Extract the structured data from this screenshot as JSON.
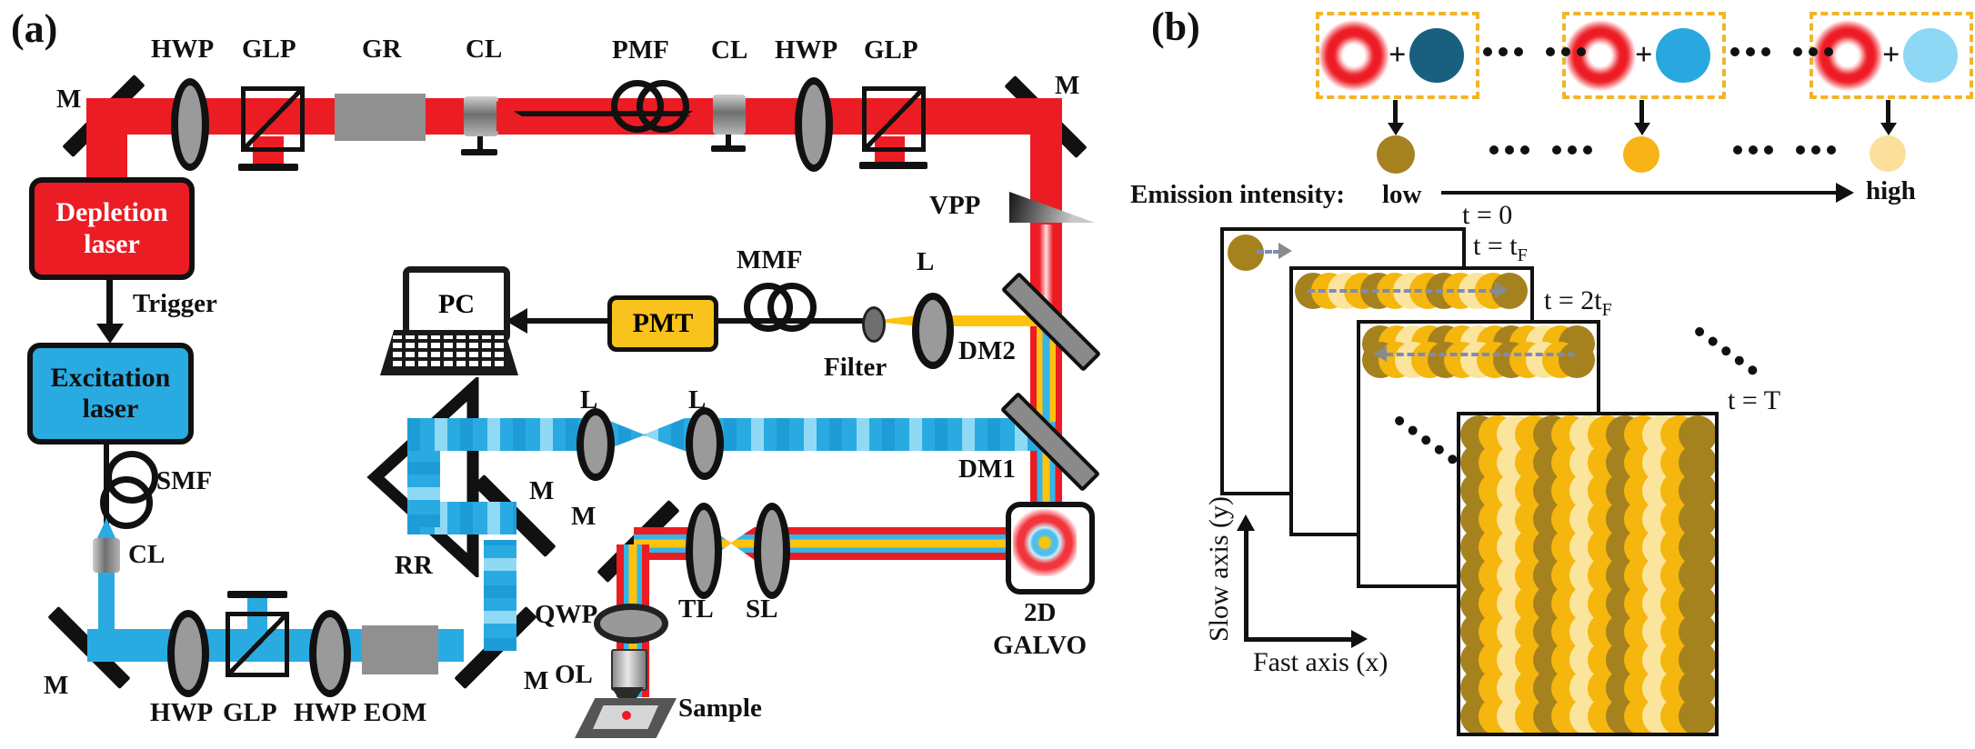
{
  "panel_a": {
    "tag": "(a)",
    "labels": {
      "m1": "M",
      "hwp1": "HWP",
      "glp1": "GLP",
      "gr": "GR",
      "cl1": "CL",
      "pmf": "PMF",
      "cl2": "CL",
      "hwp2": "HWP",
      "glp2": "GLP",
      "m2": "M",
      "vpp": "VPP",
      "trigger": "Trigger",
      "smf": "SMF",
      "cl3": "CL",
      "m3": "M",
      "hwp3": "HWP",
      "glp3": "GLP",
      "hwp4": "HWP",
      "eom": "EOM",
      "m4": "M",
      "rr": "RR",
      "m5": "M",
      "mmf": "MMF",
      "filter": "Filter",
      "l1": "L",
      "dm2": "DM2",
      "l2": "L",
      "l3": "L",
      "dm1": "DM1",
      "m6": "M",
      "qwp": "QWP",
      "ol": "OL",
      "tl": "TL",
      "sl": "SL",
      "sample": "Sample",
      "galvo1": "2D",
      "galvo2": "GALVO"
    },
    "boxes": {
      "depletion": [
        "Depletion",
        "laser"
      ],
      "excitation": [
        "Excitation",
        "laser"
      ],
      "pmt": "PMT",
      "pc": "PC"
    },
    "colors": {
      "depletion_red": "#EC1C24",
      "excitation_blue": "#29ABE2",
      "emission_yellow": "#FFC20E",
      "pmt_yellow": "#FAC21C",
      "optic_gray": "#909090"
    }
  },
  "panel_b": {
    "tag": "(b)",
    "emission": {
      "prefix": "Emission intensity:",
      "low": "low",
      "high": "high"
    },
    "times": [
      {
        "pre": "t = 0",
        "sub": ""
      },
      {
        "pre": "t = t",
        "sub": "F"
      },
      {
        "pre": "t = 2t",
        "sub": "F"
      },
      {
        "pre": "t = T",
        "sub": ""
      }
    ],
    "axes": {
      "slow": "Slow axis (y)",
      "fast": "Fast axis (x)"
    },
    "plus": "+",
    "fluorophores": [
      "#19607F",
      "#29A8E0",
      "#8ED8F5"
    ],
    "emission_dots": [
      "#A6821E",
      "#F7B318",
      "#FBDF9B"
    ],
    "scan": {
      "cycle": [
        "#A6821E",
        "#F5B60D",
        "#FBE49C",
        "#F5B60D"
      ],
      "row_count": 13,
      "grid_cols": 13,
      "grid_rows": 11
    },
    "dashed_box_color": "#F0B52A"
  }
}
